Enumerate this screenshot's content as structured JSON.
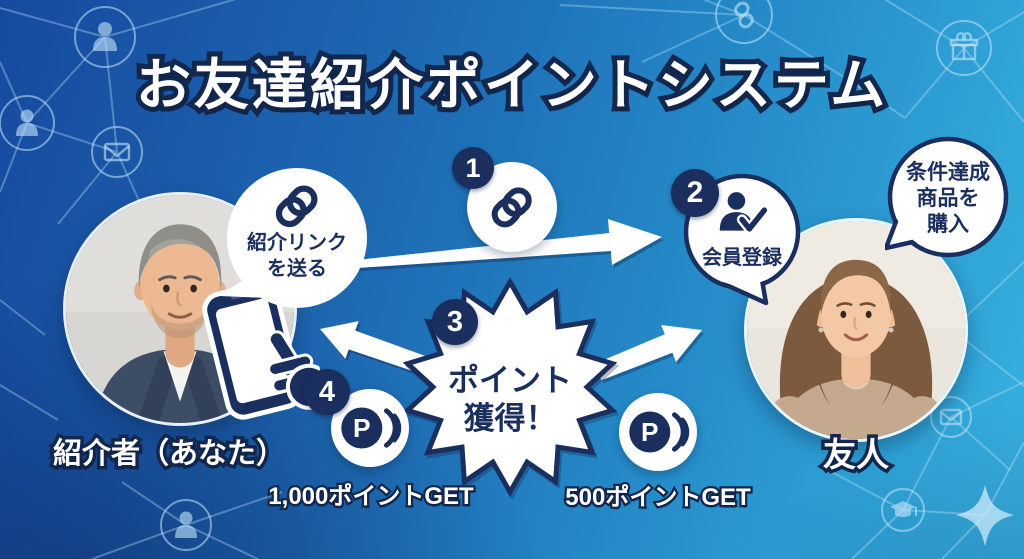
{
  "title": "お友達紹介ポイントシステム",
  "steps": {
    "s1": "1",
    "s2": "2",
    "s3": "3",
    "s4": "4"
  },
  "referrer": {
    "name": "紹介者（あなた）",
    "bubble_line1": "紹介リンク",
    "bubble_line2": "を送る",
    "reward": "1,000ポイントGET"
  },
  "friend": {
    "name": "友人",
    "registration_label": "会員登録",
    "condition_line1": "条件達成",
    "condition_line2": "商品を",
    "condition_line3": "購入",
    "reward": "500ポイントGET"
  },
  "burst": {
    "line1": "ポイント",
    "line2": "獲得！"
  },
  "coin": {
    "letter": "P"
  },
  "colors": {
    "navy": "#1b2f5e",
    "text_outline": "#13284f",
    "white": "#ffffff",
    "bg_bottom_left": "#174a9f",
    "bg_top_right": "#38b2df",
    "network_light": "#cde8fc"
  },
  "background_icons": [
    "person-icon",
    "person-icon",
    "mail-icon",
    "link-icon",
    "gift-icon",
    "mail-icon",
    "graduation-cap-icon",
    "person-icon",
    "sparkle-icon"
  ]
}
